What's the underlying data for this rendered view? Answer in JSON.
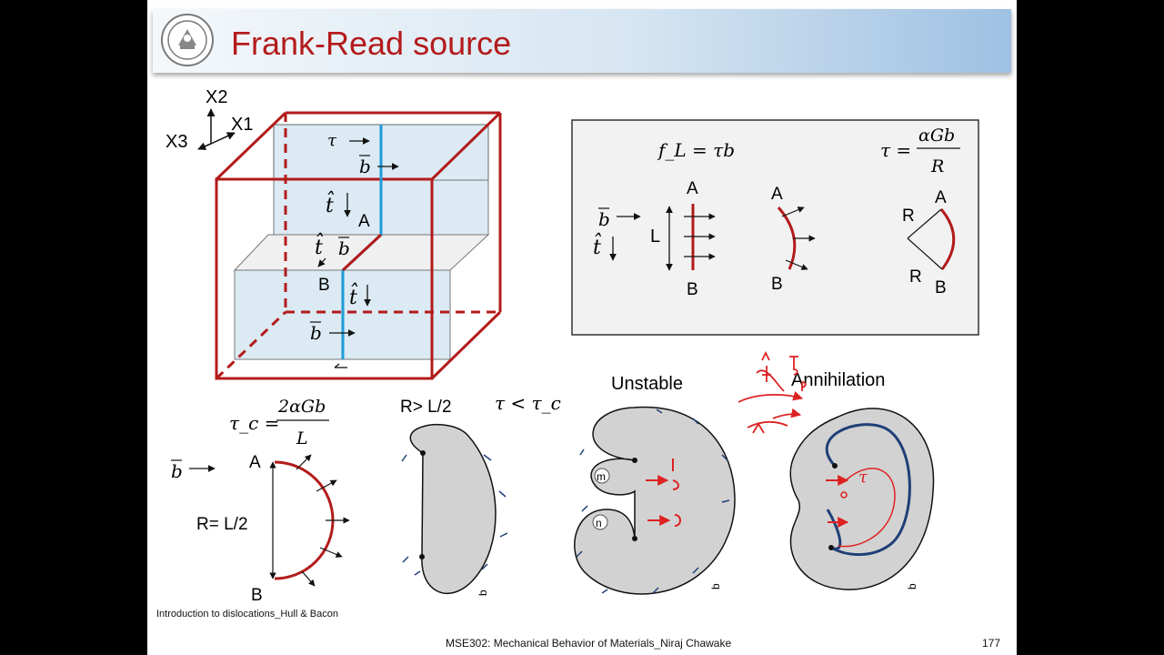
{
  "title": "Frank-Read source",
  "footer": {
    "reference": "Introduction to dislocations_Hull & Bacon",
    "course": "MSE302: Mechanical Behavior of Materials_Niraj Chawake",
    "page": "177"
  },
  "axes": {
    "x2": "X2",
    "x1": "X1",
    "x3": "X3"
  },
  "box3d": {
    "tau": "τ",
    "b": "b",
    "t": "t̂",
    "A": "A",
    "B": "B",
    "t2": "t̂",
    "b2": "b",
    "t3": "t̂",
    "b3": "b"
  },
  "force_box": {
    "eq_fl": "f_L = τb",
    "eq_tau_num": "αGb",
    "eq_tau_lhs": "τ =",
    "eq_tau_den": "R",
    "b": "b",
    "t": "t̂",
    "L": "L",
    "A1": "A",
    "B1": "B",
    "A2": "A",
    "B2": "B",
    "R1": "R",
    "R2": "R",
    "A3": "A",
    "B3": "B"
  },
  "stages": {
    "tauc_lhs": "τ_c =",
    "tauc_num": "2αGb",
    "tauc_den": "L",
    "b": "b",
    "A": "A",
    "B": "B",
    "r_half": "R= L/2",
    "r_greater": "R> L/2",
    "tau_less": "τ < τ_c",
    "unstable": "Unstable",
    "annihilation": "Annihilation",
    "m_label": "m",
    "n_label": "n",
    "b_small": "b"
  },
  "colors": {
    "dislocation": "#b31b1b",
    "line": "#1e9bd7",
    "crystal": "#dbeaf3",
    "shaded": "#d2d2d2",
    "ink": "#d22"
  }
}
